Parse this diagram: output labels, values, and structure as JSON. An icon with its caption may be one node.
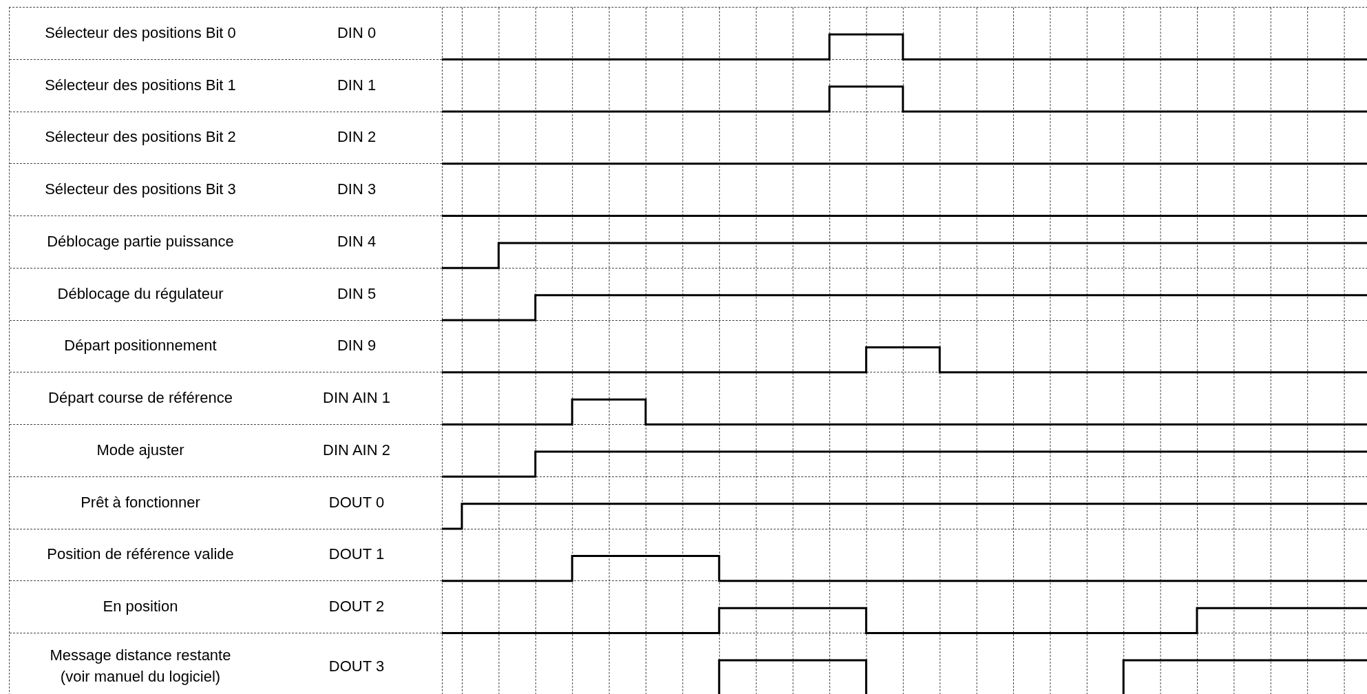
{
  "diagram": {
    "labels": [
      "Sélecteur des positions Bit 0",
      "DIN 0",
      "Sélecteur des positions Bit 1",
      "DIN 1",
      "Sélecteur des positions Bit 2",
      "DIN 2",
      "Sélecteur des positions Bit 3",
      "DIN 3",
      "Déblocage partie puissance",
      "DIN 4",
      "Déblocage du régulateur",
      "DIN 5",
      "Départ positionnement",
      "DIN 9",
      "Départ course de référence",
      "DIN AIN 1",
      "Mode ajuster",
      "DIN AIN 2",
      "Prêt à fonctionner",
      "DOUT 0",
      "Position de référence valide",
      "DOUT 1",
      "En position",
      "DOUT 2",
      "Message distance restante (voir manuel du logiciel)",
      "DOUT 3"
    ]
  }
}
